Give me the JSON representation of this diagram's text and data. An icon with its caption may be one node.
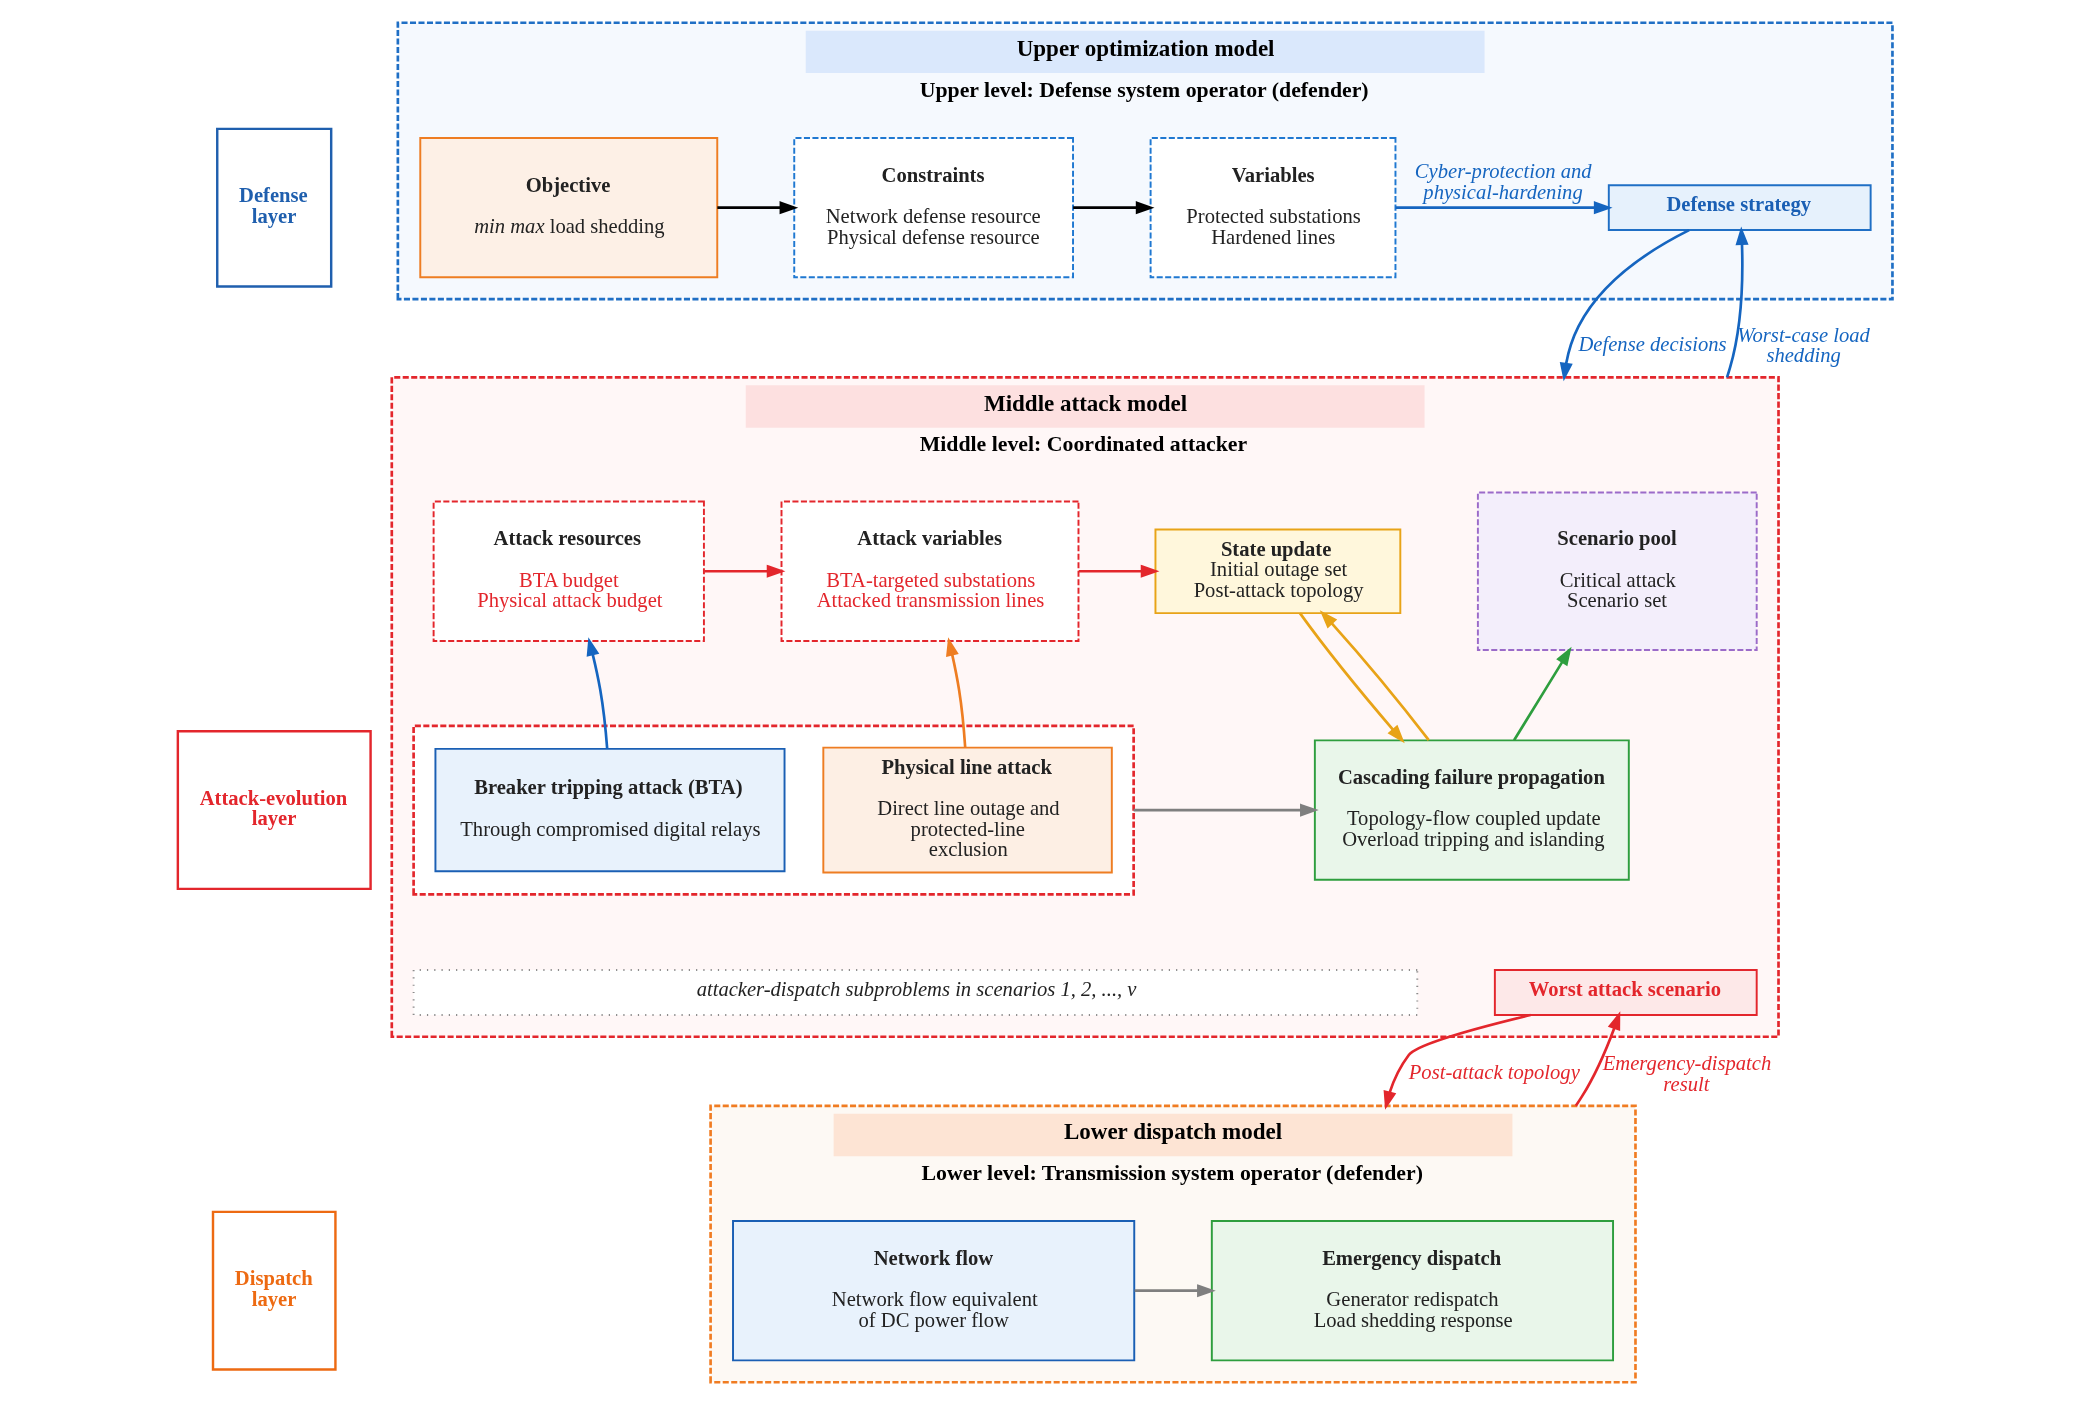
{
  "diagram": {
    "nodes": [
      {
        "text": [
          "Defense layer"
        ]
      },
      {
        "text": [
          "Upper optimization model",
          "Upper level: Defense system operator (defender)"
        ]
      },
      {
        "text": [
          "Objective",
          "*min max* load shedding"
        ],
        "in": 1
      },
      {
        "text": [
          "Constraints",
          "Network defense resource",
          "Physical defense resource"
        ],
        "in": 1
      },
      {
        "text": [
          "Variables",
          "Protected substations",
          "Hardened lines"
        ],
        "in": 1
      },
      {
        "text": [
          "Defense strategy"
        ],
        "in": 1
      },
      {
        "text": [
          "Attack-evolution layer"
        ]
      },
      {
        "text": [
          "Middle attack model",
          "Middle level: Coordinated attacker"
        ]
      },
      {
        "text": [
          "Attack resources",
          "BTA budget",
          "Physical attack budget"
        ],
        "in": 7
      },
      {
        "text": [
          "Attack variables",
          "BTA-targeted substations",
          "Attacked transmission lines"
        ],
        "in": 7
      },
      {
        "text": [
          "State update",
          "Initial outage set",
          "Post-attack topology"
        ],
        "in": 7
      },
      {
        "text": [
          "Scenario pool",
          "Critical attack",
          "Scenario set"
        ],
        "in": 7
      },
      {
        "text": [],
        "shape": "box",
        "in": 7
      },
      {
        "text": [
          "Breaker tripping attack (BTA)",
          "Through compromised digital relays"
        ],
        "in": 12
      },
      {
        "text": [
          "Physical line attack",
          "Direct line outage and protected-line exclusion"
        ],
        "in": 12
      },
      {
        "text": [
          "Cascading failure propagation",
          "Topology-flow coupled update",
          "Overload tripping and islanding"
        ],
        "in": 7
      },
      {
        "text": [
          "Worst attack scenario"
        ],
        "in": 7
      },
      {
        "text": [
          "attacker-dispatch subproblems in scenarios 1, 2, ..., v"
        ],
        "in": 7
      },
      {
        "text": [
          "Dispatch layer"
        ]
      },
      {
        "text": [
          "Lower dispatch model",
          "Lower level: Transmission system operator (defender)"
        ]
      },
      {
        "text": [
          "Network flow",
          "Network flow equivalent of DC power flow"
        ],
        "in": 19
      },
      {
        "text": [
          "Emergency dispatch",
          "Generator redispatch",
          "Load shedding response"
        ],
        "in": 19
      }
    ],
    "edges": [
      {
        "from": 2,
        "to": 3,
        "arrow": "to",
        "color": "#000000"
      },
      {
        "from": 3,
        "to": 4,
        "arrow": "to",
        "color": "#000000"
      },
      {
        "from": 4,
        "to": 5,
        "arrow": "to",
        "label": "Cyber-protection and physical-hardening",
        "color": "#1565c0"
      },
      {
        "from": 5,
        "to": 7,
        "arrow": "to",
        "label": "Defense decisions",
        "color": "#1565c0"
      },
      {
        "from": 7,
        "to": 5,
        "arrow": "to",
        "label": "Worst-case load shedding",
        "color": "#1565c0"
      },
      {
        "from": 8,
        "to": 9,
        "arrow": "to",
        "color": "#e3262c"
      },
      {
        "from": 9,
        "to": 10,
        "arrow": "to",
        "color": "#e3262c"
      },
      {
        "from": 13,
        "to": 8,
        "arrow": "to",
        "color": "#1565c0"
      },
      {
        "from": 14,
        "to": 9,
        "arrow": "to",
        "color": "#ee7d22"
      },
      {
        "from": 12,
        "to": 15,
        "arrow": "to",
        "color": "#7f7f7f"
      },
      {
        "from": 10,
        "to": 15,
        "arrow": "to",
        "color": "#e8a317"
      },
      {
        "from": 15,
        "to": 10,
        "arrow": "to",
        "color": "#e8a317"
      },
      {
        "from": 15,
        "to": 11,
        "arrow": "to",
        "color": "#2e9e3e"
      },
      {
        "from": 16,
        "to": 19,
        "arrow": "to",
        "label": "Post-attack topology",
        "color": "#e3262c"
      },
      {
        "from": 19,
        "to": 16,
        "arrow": "to",
        "label": "Emergency-dispatch result",
        "color": "#e3262c"
      },
      {
        "from": 20,
        "to": 21,
        "arrow": "to",
        "color": "#7f7f7f"
      }
    ]
  }
}
